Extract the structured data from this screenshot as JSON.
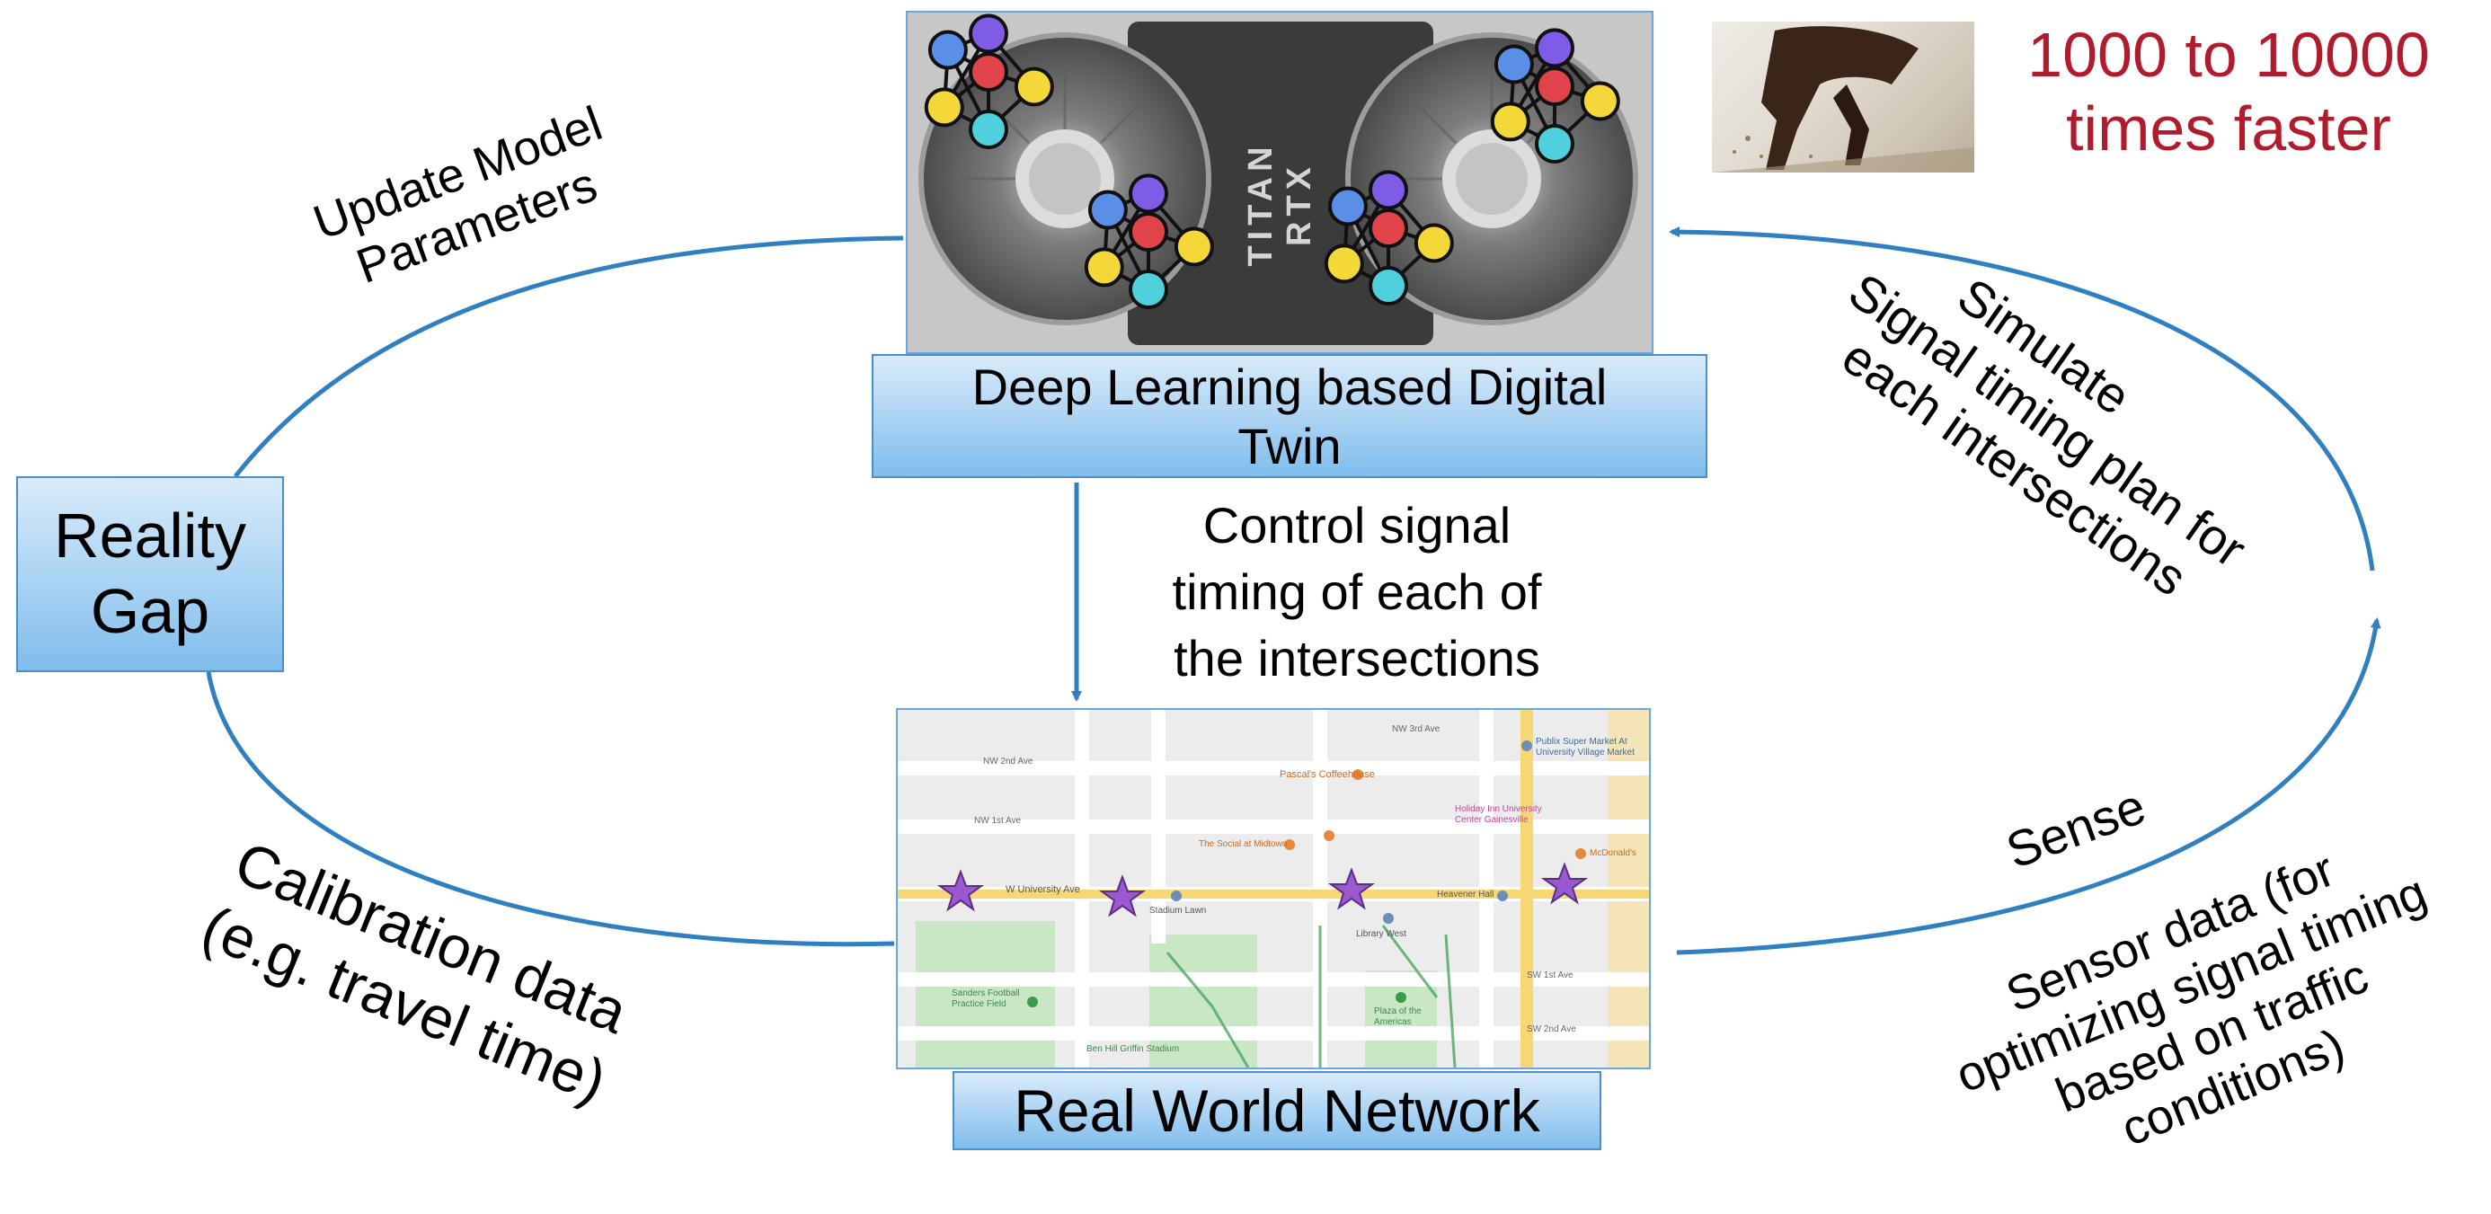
{
  "nodes": {
    "reality_gap": [
      "Reality",
      "Gap"
    ],
    "digital_twin": [
      "Deep Learning based Digital",
      "Twin"
    ],
    "real_world": "Real World Network"
  },
  "gpu": {
    "brand_text": "TITAN RTX"
  },
  "speed_note": [
    "1000 to 10000",
    "times faster"
  ],
  "edges": {
    "update_params": [
      "Update Model",
      "Parameters"
    ],
    "control_signal": [
      "Control signal",
      "timing of each of",
      "the intersections"
    ],
    "simulate": [
      "Simulate",
      "Signal timing plan for",
      "each intersections"
    ],
    "sense": "Sense",
    "sensor_data": [
      "Sensor data (for",
      "optimizing signal timing",
      "based on traffic",
      "conditions)"
    ],
    "calibration": [
      "Calibration data",
      "(e.g. travel time)"
    ]
  },
  "map": {
    "street_labels": [
      "NW 3rd Ave",
      "NW 2nd Ave",
      "NW 1st Ave",
      "W University Ave",
      "SW 1st Ave",
      "SW 2nd Ave"
    ],
    "places": [
      "Pascal's Coffeehouse",
      "Publix Super Market At University Village Market",
      "Holiday Inn University Center Gainesville",
      "The Social at Midtown",
      "McDonald's",
      "Stadium Lawn",
      "Library West",
      "Heavener Hall",
      "Sanders Football Practice Field",
      "Plaza of the Americas",
      "Ben Hill Griffin Stadium"
    ]
  },
  "colors": {
    "arrow": "#2f7fc1",
    "highlight_text": "#b01c2e",
    "box_border": "#4b8ec8",
    "node_blue": "#5b8ee6",
    "node_purple": "#7e5ce6",
    "node_red": "#e0444a",
    "node_yellow": "#f4d83a",
    "node_cyan": "#4fd0dc",
    "marker_star": "#9b59d0"
  }
}
